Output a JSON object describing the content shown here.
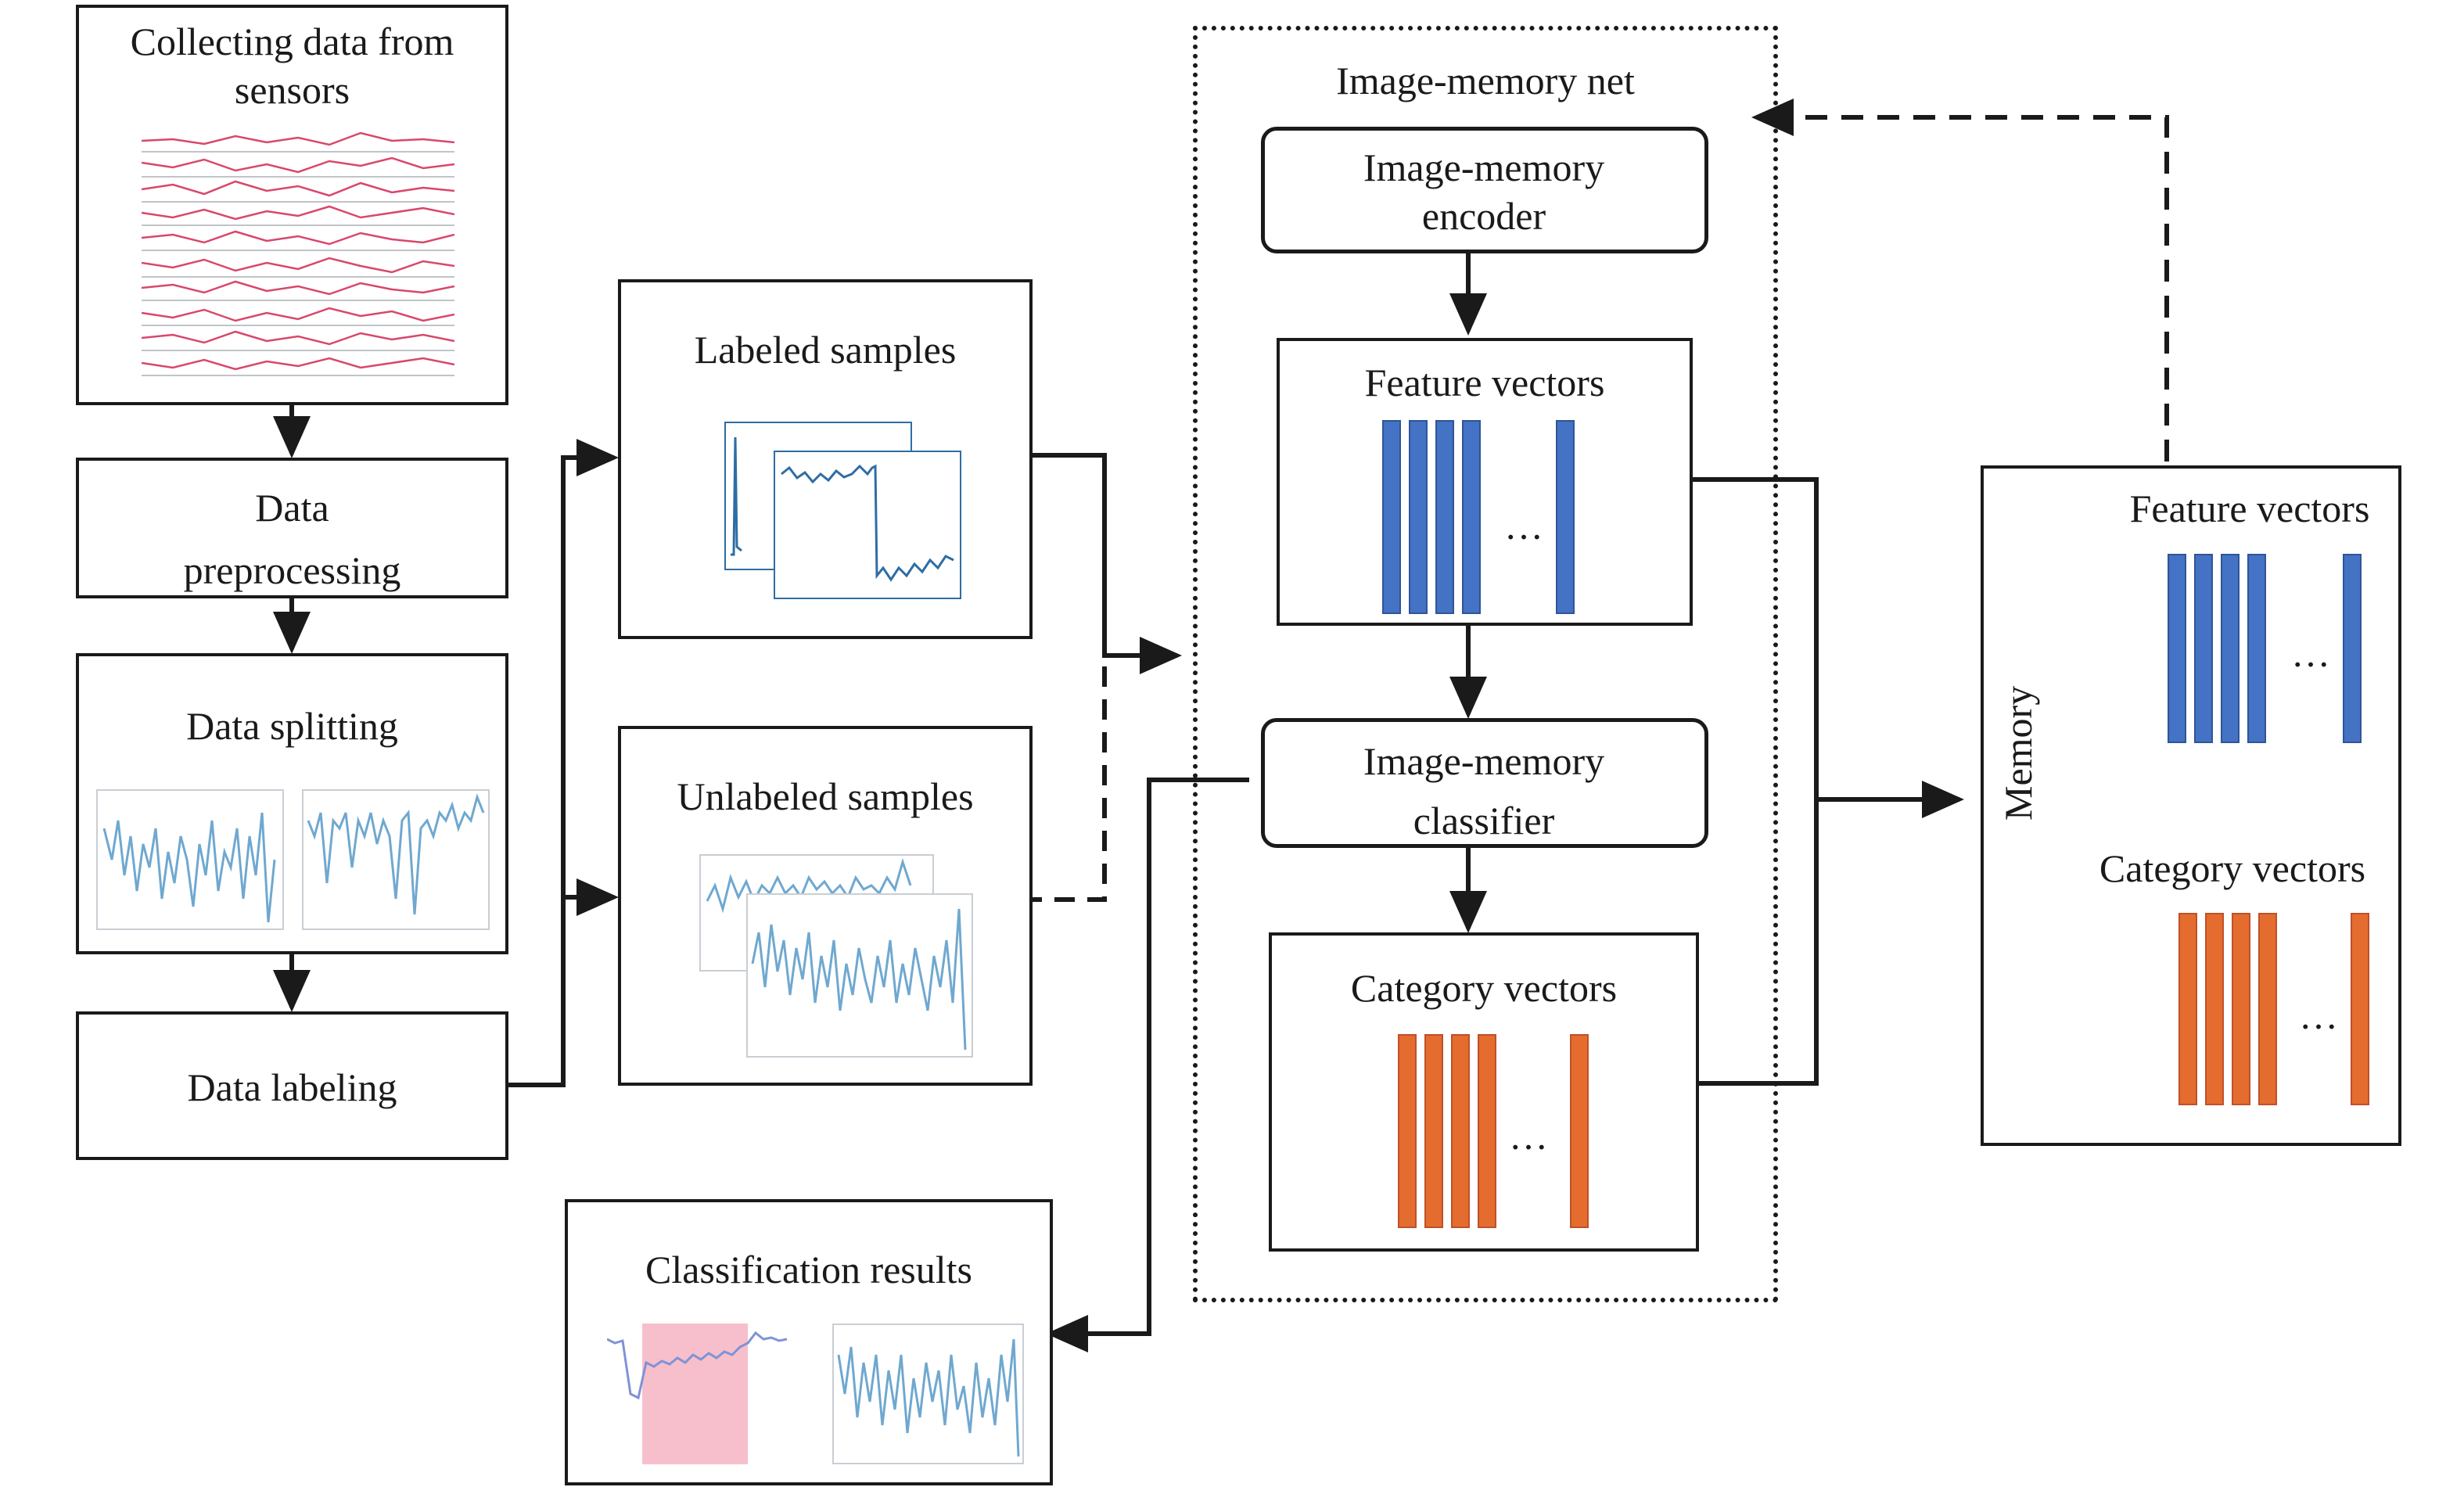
{
  "steps": {
    "collect": "Collecting data from sensors",
    "preprocess": "Data preprocessing",
    "split": "Data splitting",
    "labeling": "Data labeling"
  },
  "samples": {
    "labeled": "Labeled samples",
    "unlabeled": "Unlabeled samples"
  },
  "net": {
    "title": "Image-memory net",
    "encoder": "Image-memory encoder",
    "feature_vectors": "Feature vectors",
    "classifier": "Image-memory classifier",
    "category_vectors": "Category vectors"
  },
  "memory": {
    "title": "Memory",
    "feature_vectors": "Feature vectors",
    "category_vectors": "Category vectors"
  },
  "results": {
    "title": "Classification results"
  },
  "ellipsis": "…",
  "colors": {
    "feature_bar": "#4472C4",
    "feature_bar_edge": "#2F5597",
    "category_bar": "#E46C2E",
    "category_bar_edge": "#C0502A",
    "signal_blue": "#2E6DA4",
    "signal_light": "#6FA8D0",
    "sensor_pink": "#D9476A",
    "highlight_pink": "#F7BFCB",
    "line": "#1a1a1a"
  },
  "icons": [
    "arrow-icon",
    "dashed-arrow-icon",
    "sensor-plot-icon",
    "time-series-icon"
  ]
}
